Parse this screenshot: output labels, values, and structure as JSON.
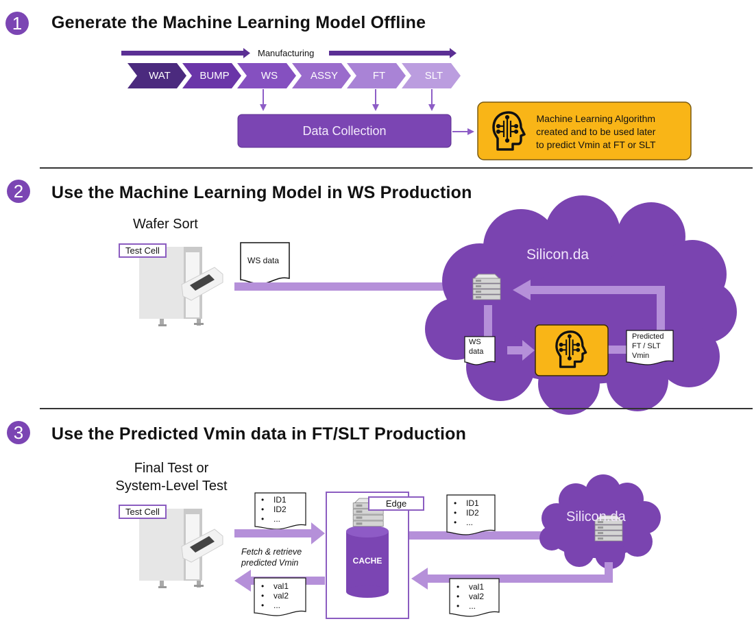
{
  "colors": {
    "accent": "#7b45b3",
    "arrow_light": "#b590d9",
    "ml_box": "#f9b517",
    "cloud": "#7a44b0"
  },
  "section1": {
    "number": "1",
    "title": "Generate the Machine Learning Model Offline",
    "manufacturing_label": "Manufacturing",
    "stages": [
      {
        "label": "WAT",
        "color": "#4b2a7e"
      },
      {
        "label": "BUMP",
        "color": "#6a35a8"
      },
      {
        "label": "WS",
        "color": "#8550c0"
      },
      {
        "label": "ASSY",
        "color": "#9a6ccc"
      },
      {
        "label": "FT",
        "color": "#a983d6"
      },
      {
        "label": "SLT",
        "color": "#bb9ddf"
      }
    ],
    "data_collection_label": "Data Collection",
    "ml_box": {
      "icon": "brain-head-icon",
      "lines": [
        "Machine Learning Algorithm",
        "created and to be used later",
        "to predict Vmin at FT or SLT"
      ]
    }
  },
  "section2": {
    "number": "2",
    "title": "Use the Machine Learning Model in WS Production",
    "station_label": "Wafer Sort",
    "test_cell_tag": "Test Cell",
    "doc_ws_data": "WS data",
    "cloud_label": "Silicon.da",
    "doc_ws_data_inner": [
      "WS",
      "data"
    ],
    "doc_predicted": [
      "Predicted",
      "FT / SLT",
      "Vmin"
    ]
  },
  "section3": {
    "number": "3",
    "title": "Use the Predicted Vmin data in FT/SLT Production",
    "station_label": [
      "Final Test or",
      "System-Level Test"
    ],
    "test_cell_tag": "Test Cell",
    "edge_tag": "Edge",
    "cache_label": "CACHE",
    "fetch_label": [
      "Fetch & retrieve",
      "predicted Vmin"
    ],
    "ids_doc": [
      "ID1",
      "ID2",
      "..."
    ],
    "vals_doc": [
      "val1",
      "val2",
      "..."
    ],
    "cloud_label": "Silicon.da"
  }
}
